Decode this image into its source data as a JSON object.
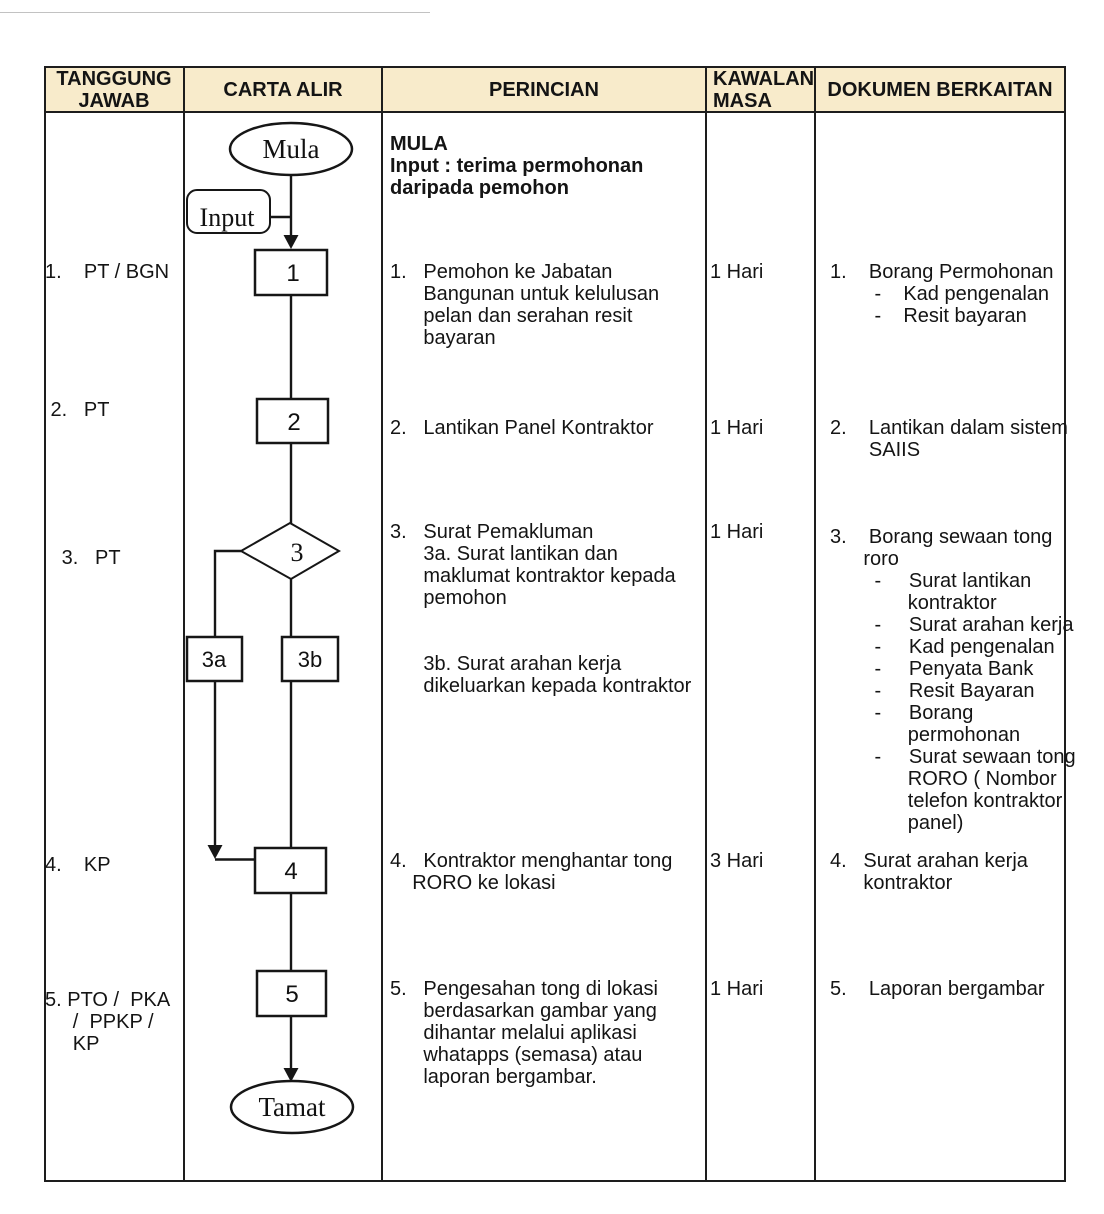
{
  "colors": {
    "header_bg": "#f8ebcb",
    "border": "#1d1d1d",
    "line": "#161616",
    "artifact": "#c2c2c2"
  },
  "header": {
    "responsibility": "TANGGUNG\nJAWAB",
    "flowchart": "CARTA ALIR",
    "details": "PERINCIAN",
    "time_control": "KAWALAN\nMASA",
    "documents": "DOKUMEN BERKAITAN"
  },
  "flowchart": {
    "start": "Mula",
    "input": "Input",
    "step_1": "1",
    "step_2": "2",
    "decision_3": "3",
    "step_3a": "3a",
    "step_3b": "3b",
    "step_4": "4",
    "step_5": "5",
    "end": "Tamat"
  },
  "responsibility": {
    "row_1": "1.    PT / BGN",
    "row_2": " 2.   PT",
    "row_3": "   3.   PT",
    "row_4": "4.    KP",
    "row_5": "5. PTO /  PKA\n     /  PPKP /\n     KP"
  },
  "details": {
    "intro": "MULA\nInput : terima permohonan\ndaripada pemohon",
    "row_1": "1.   Pemohon ke Jabatan\n      Bangunan untuk kelulusan\n      pelan dan serahan resit\n      bayaran",
    "row_2": "2.   Lantikan Panel Kontraktor",
    "row_3": "3.   Surat Pemakluman\n      3a. Surat lantikan dan\n      maklumat kontraktor kepada\n      pemohon",
    "row_3b": "      3b. Surat arahan kerja\n      dikeluarkan kepada kontraktor",
    "row_4": "4.   Kontraktor menghantar tong\n    RORO ke lokasi",
    "row_5": "5.   Pengesahan tong di lokasi\n      berdasarkan gambar yang\n      dihantar melalui aplikasi\n      whatapps (semasa) atau\n      laporan bergambar."
  },
  "time_control": {
    "row_1": "1 Hari",
    "row_2": "1 Hari",
    "row_3": "1 Hari",
    "row_4": "3 Hari",
    "row_5": "1 Hari"
  },
  "documents": {
    "row_1": "1.    Borang Permohonan\n        -    Kad pengenalan\n        -    Resit bayaran",
    "row_2": "2.    Lantikan dalam sistem\n       SAIIS",
    "row_3": "3.    Borang sewaan tong\n      roro\n        -     Surat lantikan\n              kontraktor\n        -     Surat arahan kerja\n        -     Kad pengenalan\n        -     Penyata Bank\n        -     Resit Bayaran\n        -     Borang\n              permohonan\n        -     Surat sewaan tong\n              RORO ( Nombor\n              telefon kontraktor\n              panel)",
    "row_4": "4.   Surat arahan kerja\n      kontraktor",
    "row_5": "5.    Laporan bergambar"
  }
}
